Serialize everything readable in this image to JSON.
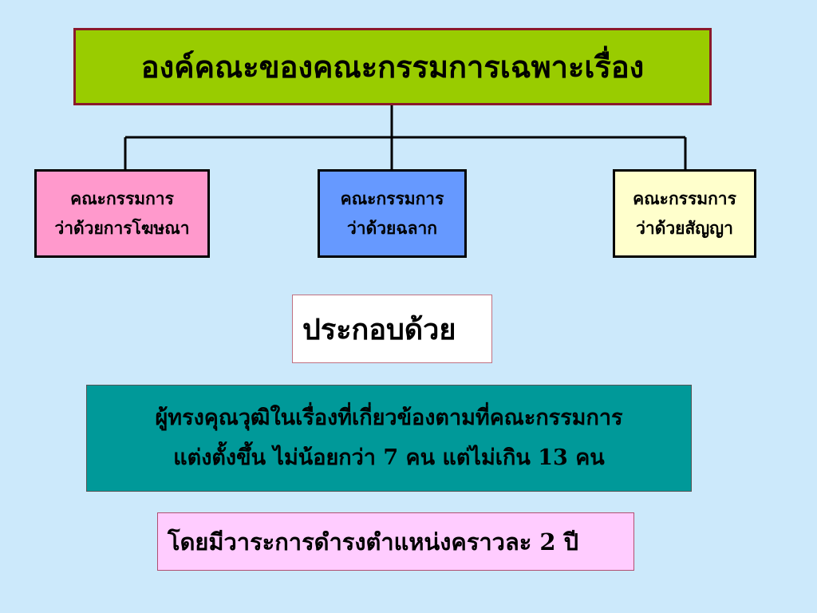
{
  "diagram": {
    "title": "องค์คณะของคณะกรรมการเฉพาะเรื่อง",
    "committees": [
      {
        "line1": "คณะกรรมการ",
        "line2": "ว่าด้วยการโฆษณา",
        "color": "#ff99cc"
      },
      {
        "line1": "คณะกรรมการ",
        "line2": "ว่าด้วยฉลาก",
        "color": "#6699ff"
      },
      {
        "line1": "คณะกรรมการ",
        "line2": "ว่าด้วยสัญญา",
        "color": "#ffffcc"
      }
    ],
    "consists_of": "ประกอบด้วย",
    "qualification": {
      "line1": "ผู้ทรงคุณวุฒิในเรื่องที่เกี่ยวข้องตามที่คณะกรรมการ",
      "line2": "แต่งตั้งขึ้น ไม่น้อยกว่า 7 คน แต่ไม่เกิน 13 คน"
    },
    "term": "โดยมีวาระการดำรงตำแหน่งคราวละ 2 ปี"
  },
  "colors": {
    "background": "#cce9fb",
    "title_fill": "#99cc00",
    "title_border": "#8b1a2b",
    "qualification_fill": "#009999",
    "term_fill": "#ffccff"
  }
}
